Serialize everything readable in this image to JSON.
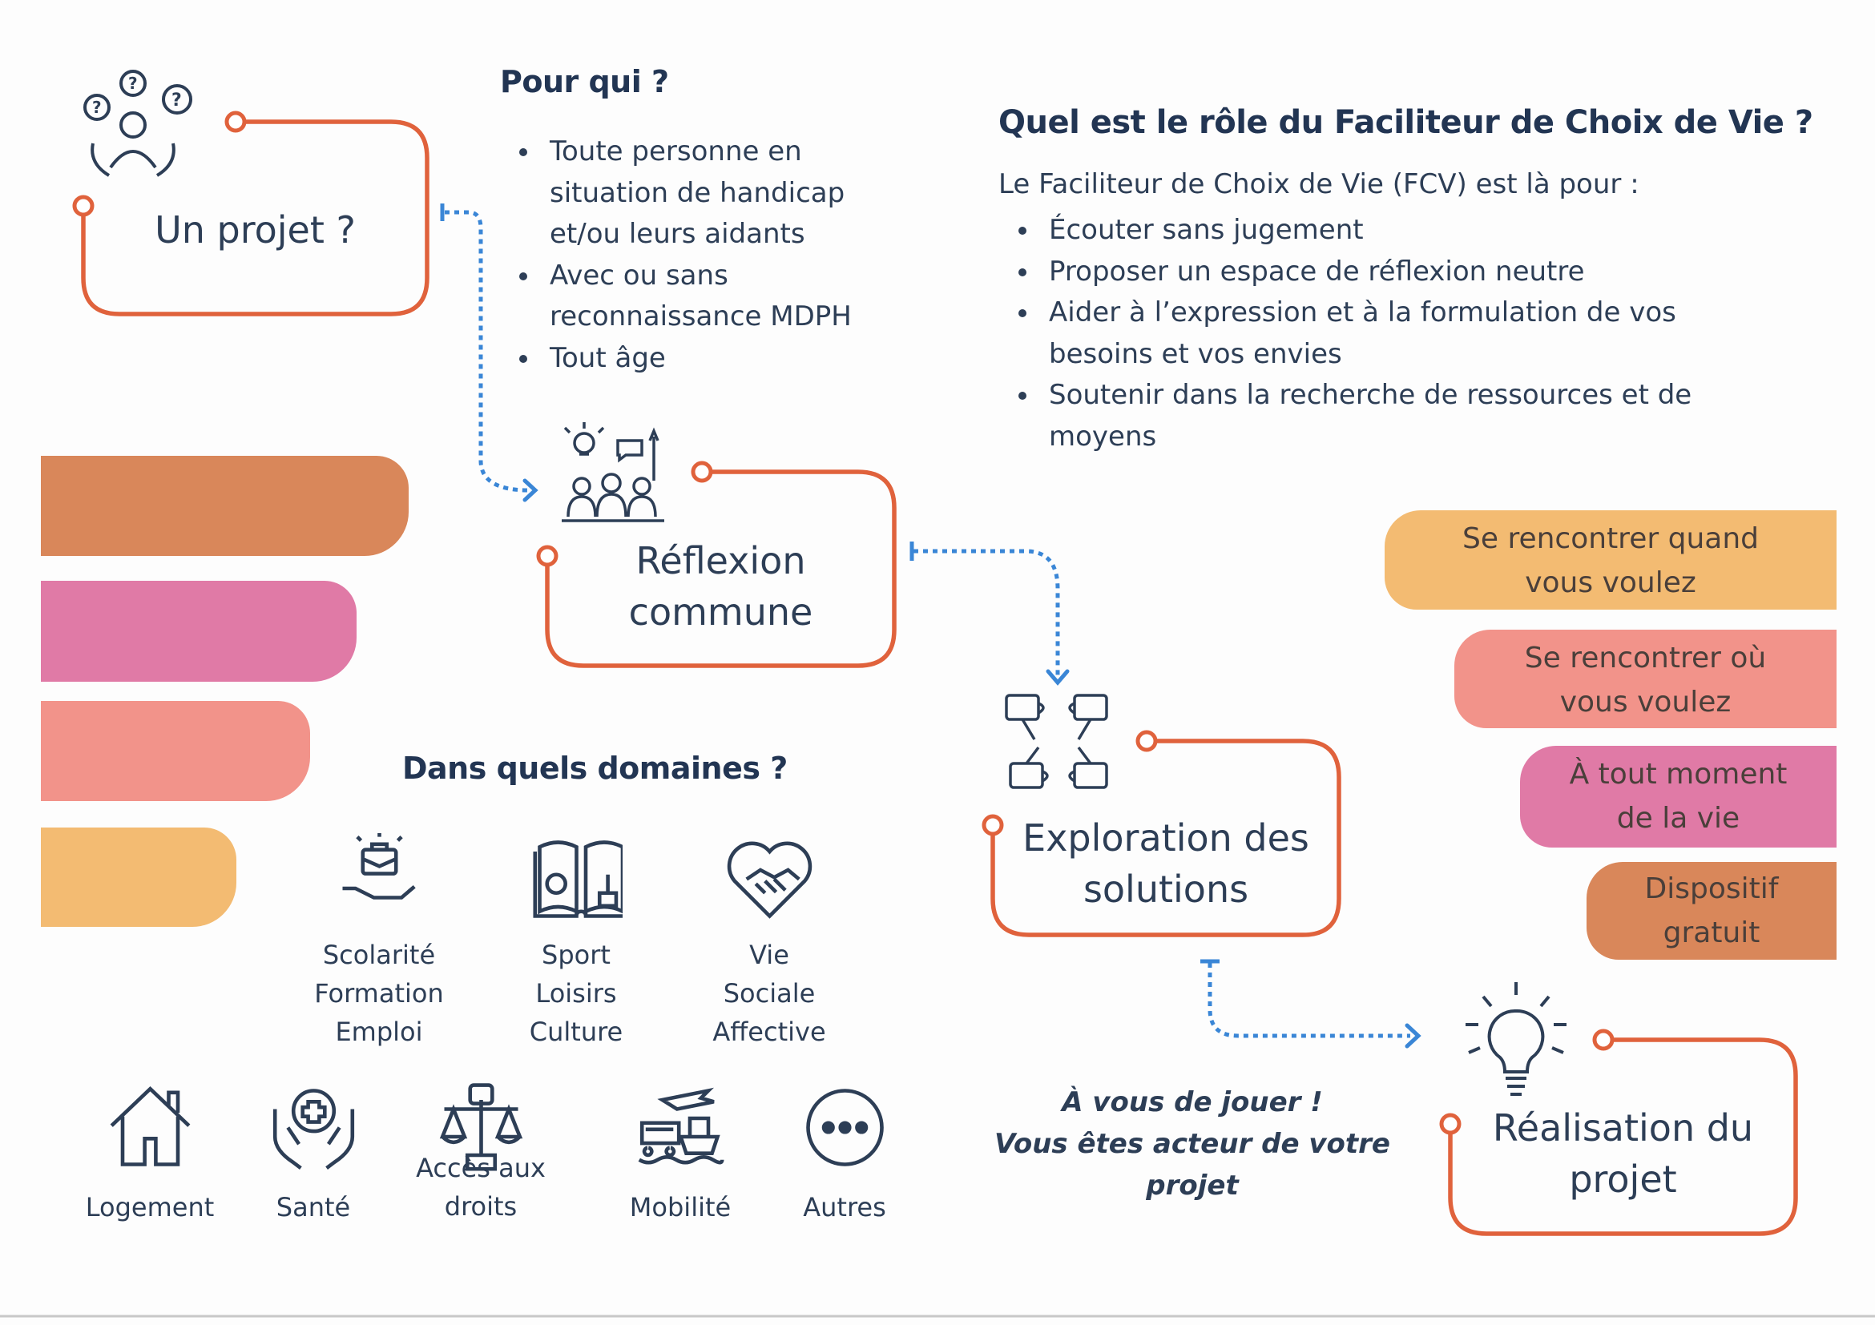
{
  "steps": {
    "projet": "Un projet ?",
    "reflexion": [
      "Réflexion",
      "commune"
    ],
    "exploration": [
      "Exploration des",
      "solutions"
    ],
    "realisation": [
      "Réalisation du",
      "projet"
    ]
  },
  "pour_qui": {
    "title": "Pour qui ?",
    "items": [
      [
        "Toute personne  en",
        "situation de handicap",
        "et/ou leurs aidants"
      ],
      [
        "Avec ou sans",
        "reconnaissance MDPH"
      ],
      [
        "Tout âge"
      ]
    ]
  },
  "role": {
    "title": "Quel est le rôle du Faciliteur de Choix de Vie ?",
    "intro": "Le Faciliteur de Choix de Vie (FCV) est là pour :",
    "items": [
      [
        "Écouter sans jugement"
      ],
      [
        "Proposer un espace de réflexion neutre"
      ],
      [
        "Aider à l’expression et à la formulation de vos",
        "besoins et vos envies"
      ],
      [
        "Soutenir dans la recherche de ressources et de",
        "moyens"
      ]
    ]
  },
  "features": [
    [
      "Se rencontrer quand",
      "vous voulez"
    ],
    [
      "Se rencontrer où",
      "vous voulez"
    ],
    [
      "À tout moment",
      "de la vie"
    ],
    [
      "Dispositif",
      "gratuit"
    ]
  ],
  "domaines": {
    "title": "Dans quels domaines ?",
    "row1": [
      {
        "icon": "briefcase-hand-icon",
        "label": [
          "Scolarité",
          "Formation",
          "Emploi"
        ]
      },
      {
        "icon": "open-book-icon",
        "label": [
          "Sport",
          "Loisirs",
          "Culture"
        ]
      },
      {
        "icon": "heart-handshake-icon",
        "label": [
          "Vie",
          "Sociale",
          "Affective"
        ]
      }
    ],
    "row2": [
      {
        "icon": "house-icon",
        "label": [
          "Logement"
        ]
      },
      {
        "icon": "health-hands-icon",
        "label": [
          "Santé"
        ]
      },
      {
        "icon": "justice-scale-icon",
        "label": [
          "Accès aux",
          "droits"
        ]
      },
      {
        "icon": "transport-icon",
        "label": [
          "Mobilité"
        ]
      },
      {
        "icon": "more-dots-icon",
        "label": [
          "Autres"
        ]
      }
    ]
  },
  "cta": [
    "À vous de jouer !",
    "Vous êtes acteur de votre",
    "projet"
  ],
  "colors": {
    "box_stroke": "#e0623c",
    "arrow": "#3a86d6",
    "orange": "#d9875a",
    "pink": "#e07aa6",
    "salmon": "#f2938a",
    "yellow": "#f3bb72"
  }
}
